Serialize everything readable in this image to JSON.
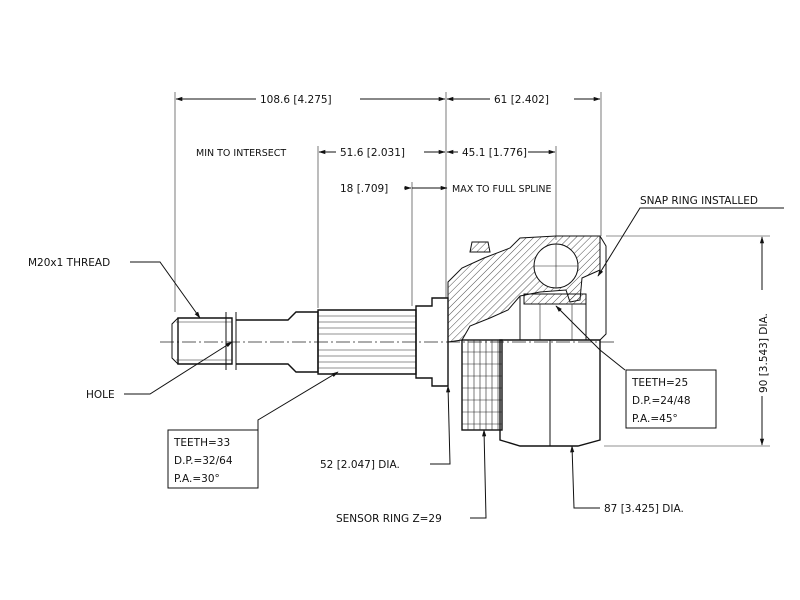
{
  "dimensions": {
    "overall_length": "108.6 [4.275]",
    "outer_length": "61 [2.402]",
    "min_to_intersect_label": "MIN TO INTERSECT",
    "min_to_intersect_value": "51.6 [2.031]",
    "intersect_to_spline": "45.1 [1.776]",
    "spline_length": "18 [.709]",
    "max_to_full_spline": "MAX TO FULL SPLINE",
    "outer_height": "90 [3.543] DIA.",
    "shaft_dia": "52 [2.047] DIA.",
    "housing_dia": "87 [3.425] DIA."
  },
  "callouts": {
    "thread": "M20x1 THREAD",
    "hole": "HOLE",
    "snap_ring": "SNAP RING INSTALLED",
    "sensor_ring": "SENSOR RING Z=29"
  },
  "spec_boxes": {
    "outer_spline": [
      "TEETH=33",
      "D.P.=32/64",
      "P.A.=30°"
    ],
    "inner_spline": [
      "TEETH=25",
      "D.P.=24/48",
      "P.A.=45°"
    ]
  }
}
